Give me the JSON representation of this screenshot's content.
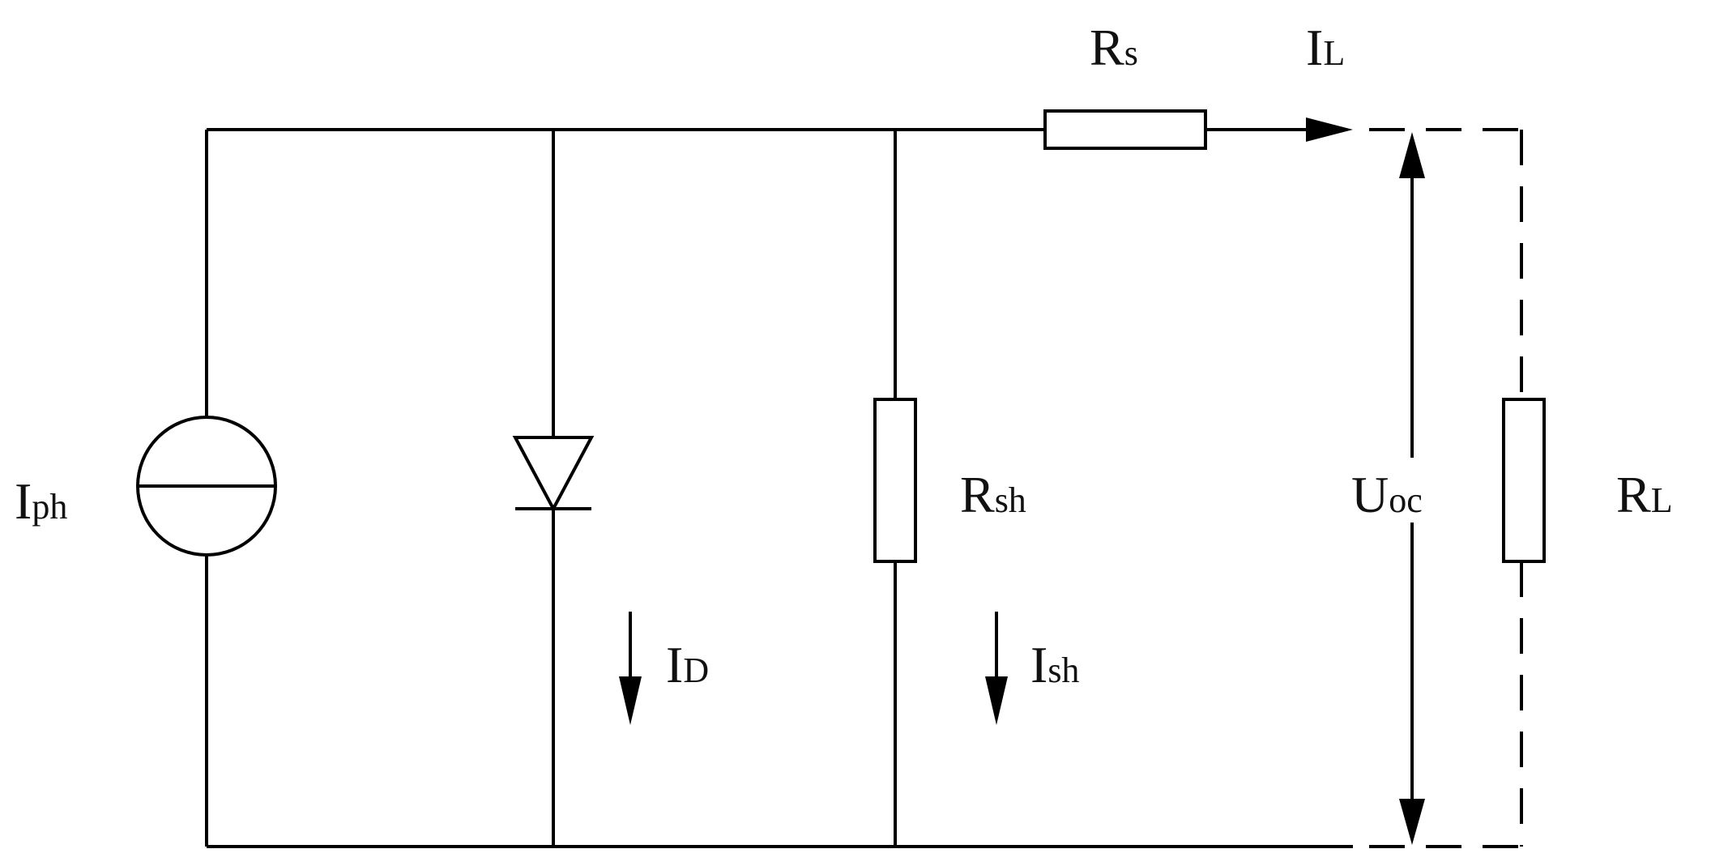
{
  "circuit": {
    "labels": {
      "current_source": {
        "main": "I",
        "sub": "ph"
      },
      "series_resistor": {
        "main": "R",
        "sub": "s"
      },
      "load_current": {
        "main": "I",
        "sub": "L"
      },
      "diode_current": {
        "main": "I",
        "sub": "D"
      },
      "shunt_resistor": {
        "main": "R",
        "sub": "sh"
      },
      "shunt_current": {
        "main": "I",
        "sub": "sh"
      },
      "open_circuit_voltage": {
        "main": "U",
        "sub": "oc"
      },
      "load_resistor": {
        "main": "R",
        "sub": "L"
      }
    }
  }
}
